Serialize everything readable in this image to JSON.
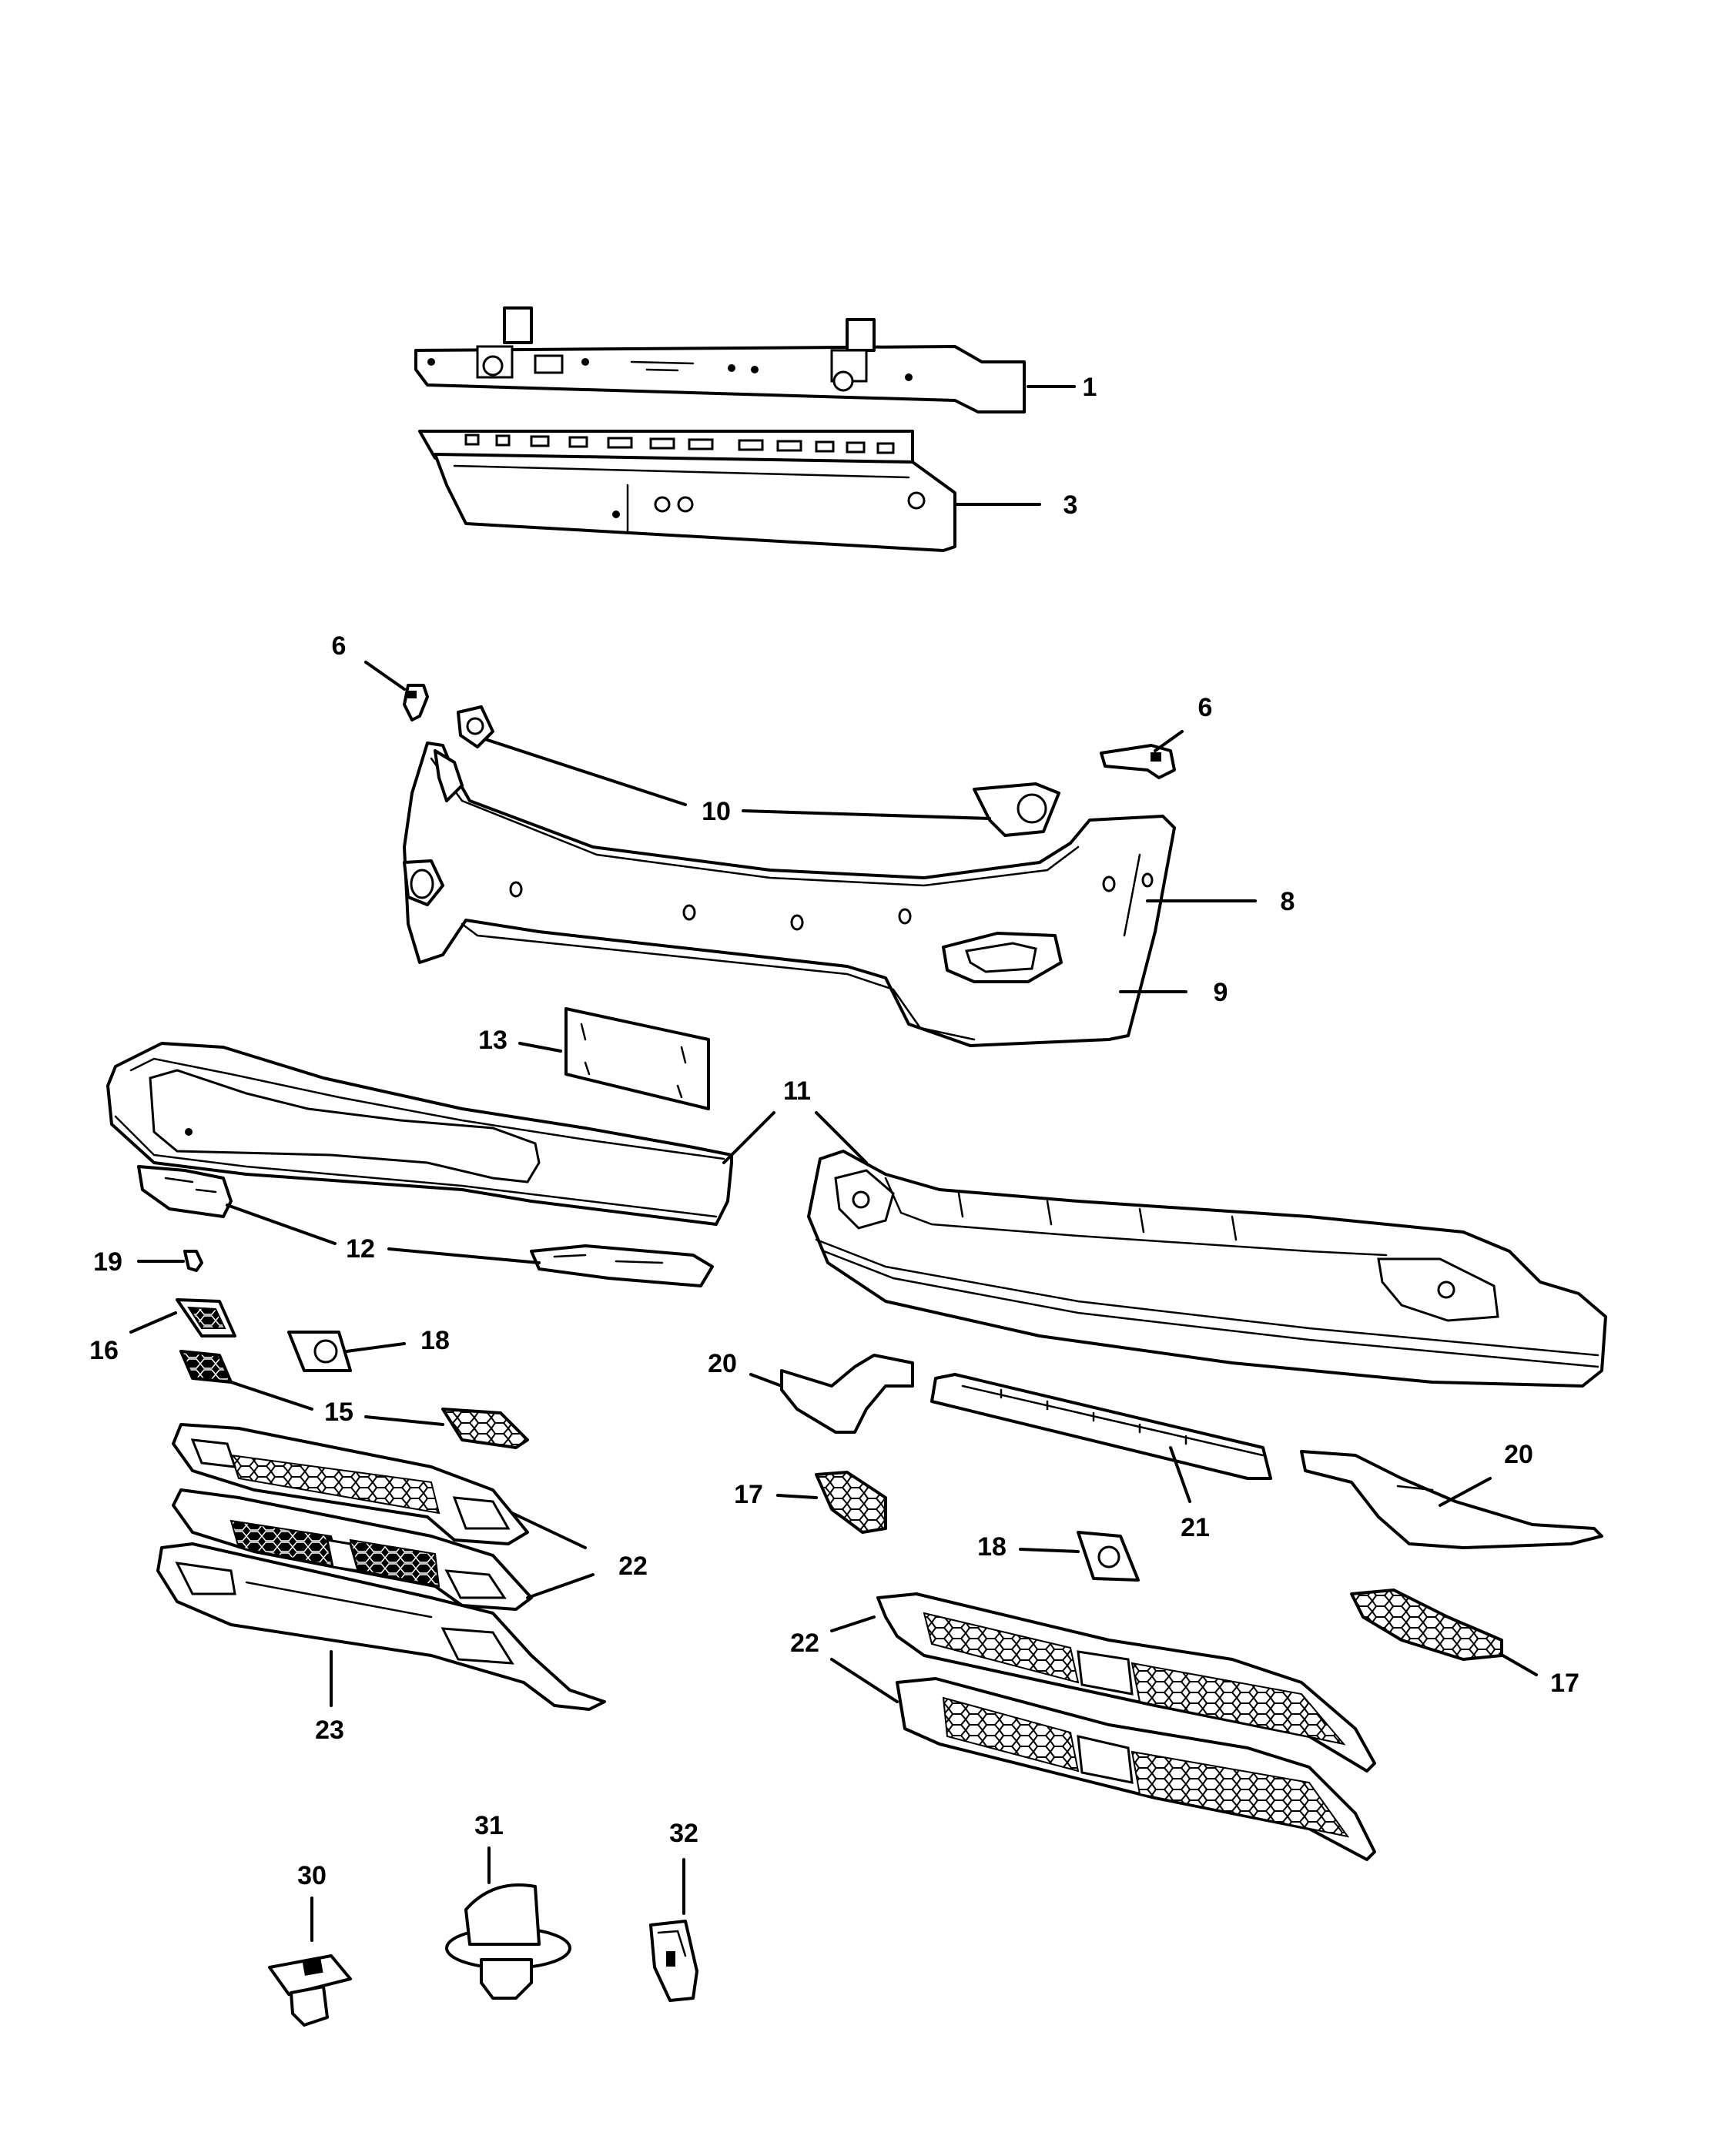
{
  "callouts": {
    "c1": "1",
    "c3": "3",
    "c6a": "6",
    "c6b": "6",
    "c10": "10",
    "c8": "8",
    "c9": "9",
    "c13": "13",
    "c11": "11",
    "c12": "12",
    "c19": "19",
    "c16": "16",
    "c18a": "18",
    "c15": "15",
    "c20a": "20",
    "c21": "21",
    "c20b": "20",
    "c17a": "17",
    "c18b": "18",
    "c22a": "22",
    "c22b": "22",
    "c17b": "17",
    "c23": "23",
    "c30": "30",
    "c31": "31",
    "c32": "32"
  },
  "colors": {
    "line": "#000000",
    "background": "#ffffff"
  }
}
